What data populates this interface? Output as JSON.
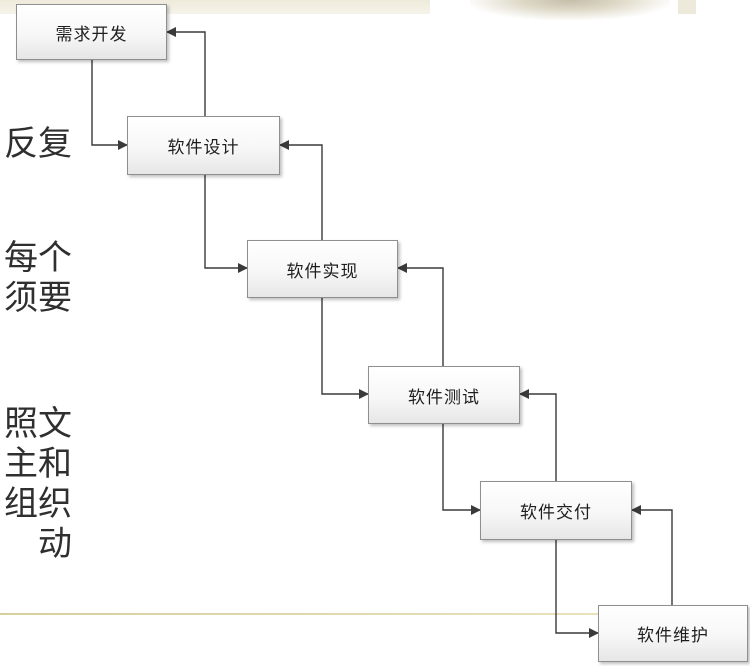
{
  "background_text": [
    "反复",
    "每个",
    "须要",
    "照文",
    "主和",
    "组织",
    "动"
  ],
  "steps": [
    {
      "label": "需求开发"
    },
    {
      "label": "软件设计"
    },
    {
      "label": "软件实现"
    },
    {
      "label": "软件测试"
    },
    {
      "label": "软件交付"
    },
    {
      "label": "软件维护"
    }
  ],
  "colors": {
    "line": "#3a3a3a",
    "box_border": "#8f8f8f",
    "rule": "#d8cf9c"
  }
}
